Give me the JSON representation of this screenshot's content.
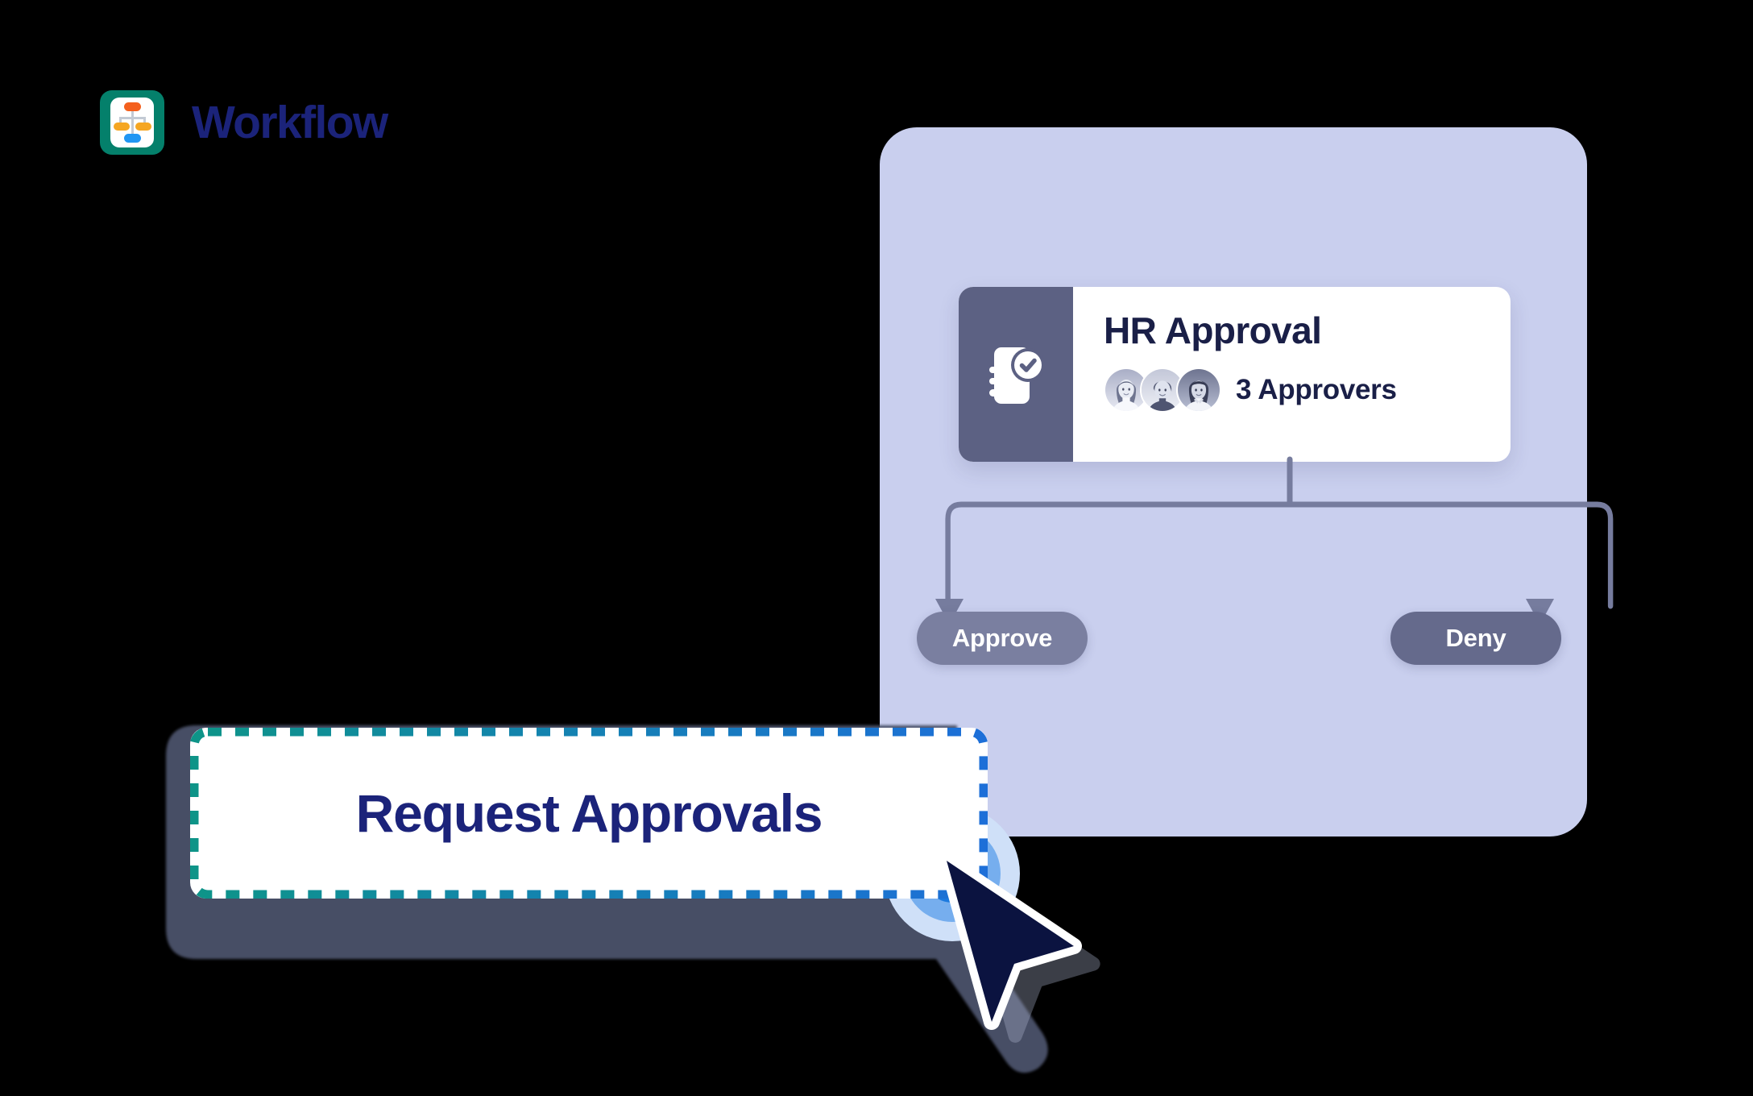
{
  "brand": {
    "name": "Workflow",
    "logo_icon": "workflow-flowchart-icon",
    "logo_bg_color": "#04806B",
    "name_color": "#1B237A",
    "node_colors": {
      "top": "#F4601E",
      "left": "#F5A623",
      "right": "#F5A623",
      "bottom": "#2196F3",
      "connector": "#C3CAD4"
    }
  },
  "workflow_panel": {
    "background_color": "#C9CFEE",
    "card": {
      "icon": "contract-approved-icon",
      "icon_pane_color": "#5C6183",
      "title": "HR Approval",
      "title_color": "#1A1F47",
      "approvers_label": "3 Approvers",
      "approver_count": 3,
      "avatars": [
        {
          "name": "approver-avatar-1",
          "alt": "Approver 1"
        },
        {
          "name": "approver-avatar-2",
          "alt": "Approver 2"
        },
        {
          "name": "approver-avatar-3",
          "alt": "Approver 3"
        }
      ]
    },
    "connector_color": "#767C9E",
    "outcomes": [
      {
        "label": "Approve",
        "color": "#7A7FA0"
      },
      {
        "label": "Deny",
        "color": "#656A8C"
      }
    ]
  },
  "request_button": {
    "label": "Request Approvals",
    "label_color": "#1B237A",
    "background_color": "#FFFFFF",
    "selected": true,
    "selection_border_style": "dashed",
    "selection_gradient_from": "#0E9488",
    "selection_gradient_to": "#1D6FD8"
  },
  "cursor": {
    "icon": "mouse-pointer-icon",
    "fill_color": "#0B1340",
    "outline_color": "#FFFFFF",
    "click_state": "pressed",
    "ripple_colors": [
      "#CFE0F8",
      "#76AEEE",
      "#1C79DE"
    ]
  },
  "canvas": {
    "background_color": "#000000",
    "shadow_color": "#4A5169"
  }
}
